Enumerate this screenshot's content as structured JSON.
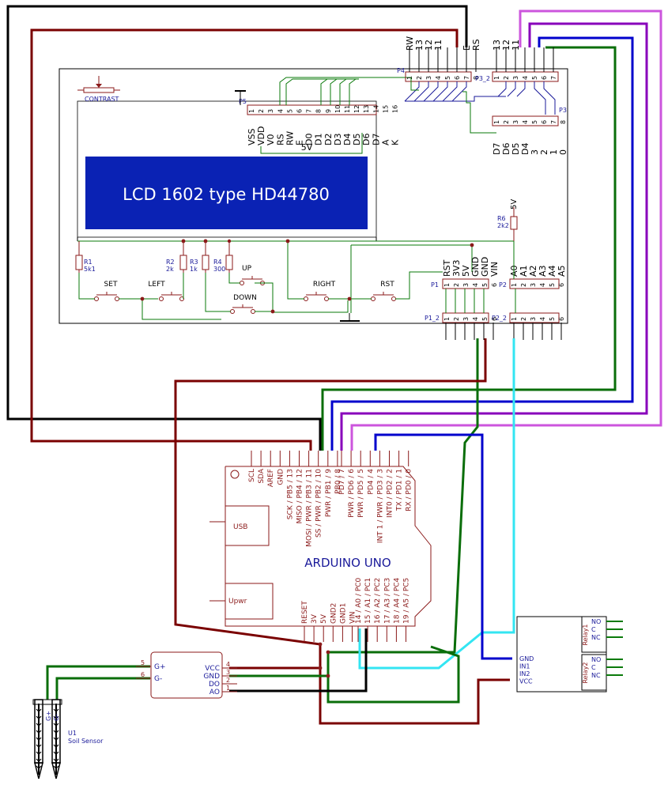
{
  "labels": {
    "lcd": "LCD 1602 type HD44780",
    "contrast": "CONTRAST",
    "v5": "5V",
    "p1": "P1",
    "p2": "P2",
    "p1_2": "P1_2",
    "p2_2": "P2_2",
    "p3": "P3",
    "p3_2": "P3_2",
    "p4": "P4",
    "p5": "P5"
  },
  "p5": {
    "pins": [
      "1",
      "2",
      "3",
      "4",
      "5",
      "6",
      "7",
      "8",
      "9",
      "10",
      "11",
      "12",
      "13",
      "14",
      "15",
      "16"
    ],
    "signals": [
      "VSS",
      "VDD",
      "V0",
      "RS",
      "RW",
      "E",
      "D0",
      "D1",
      "D2",
      "D3",
      "D4",
      "D5",
      "D6",
      "D7",
      "A",
      "K"
    ]
  },
  "p4": {
    "pins": [
      "1",
      "2",
      "3",
      "4",
      "5",
      "6",
      "7",
      "8"
    ],
    "signals": [
      "RW",
      "13",
      "12",
      "11",
      "",
      "",
      "E",
      "RS"
    ]
  },
  "p3_2": {
    "pins": [
      "1",
      "2",
      "3",
      "4",
      "5",
      "6",
      "7"
    ],
    "signals": [
      "13",
      "12",
      "11",
      "",
      "",
      "",
      ""
    ]
  },
  "p3": {
    "pins": [
      "1",
      "2",
      "3",
      "4",
      "5",
      "6",
      "7",
      "8"
    ],
    "signals": [
      "D7",
      "D6",
      "D5",
      "D4",
      "3",
      "2",
      "1",
      "0"
    ]
  },
  "p1": {
    "pins": [
      "1",
      "2",
      "3",
      "4",
      "5",
      "6"
    ],
    "signals": [
      "RST",
      "3V3",
      "5V",
      "GND",
      "GND",
      "VIN"
    ]
  },
  "p2": {
    "pins": [
      "1",
      "2",
      "3",
      "4",
      "5",
      "6"
    ],
    "signals": [
      "A0",
      "A1",
      "A2",
      "A3",
      "A4",
      "A5"
    ]
  },
  "resistors": {
    "r1": {
      "name": "R1",
      "value": "5k1"
    },
    "r2": {
      "name": "R2",
      "value": "2k"
    },
    "r3": {
      "name": "R3",
      "value": "1k"
    },
    "r4": {
      "name": "R4",
      "value": "300"
    },
    "r6": {
      "name": "R6",
      "value": "2k2"
    }
  },
  "buttons": [
    "SET",
    "LEFT",
    "UP",
    "DOWN",
    "RIGHT",
    "RST"
  ],
  "arduino": {
    "title": "ARDUINO UNO",
    "usb": "USB",
    "upwr": "Upwr",
    "top_left_pins": [
      "SCL",
      "SDA",
      "AREF",
      "GND",
      "SCK / PB5 / 13",
      "MISO / PB4 / 12",
      "MOSI / PWR / PB3 / 11",
      "SS / PWR / PB2 / 10",
      "PWR / PB1 / 9",
      "PB0 / 8"
    ],
    "top_right_pins": [
      "PD7 / 7",
      "PWR / PD6 / 6",
      "PWR / PD5 / 5",
      "PD4 / 4",
      "INT 1 / PWR / PD3 / 3",
      "INT0 / PD2 / 2",
      "TX / PD1 / 1",
      "RX / PD0 / 0"
    ],
    "bottom_left_pins": [
      "RESET",
      "3V",
      "5V",
      "GND2",
      "GND1",
      "VIN"
    ],
    "bottom_right_pins": [
      "14 / A0 / PC0",
      "15 / A1 / PC1",
      "16 / A2 / PC2",
      "17 / A3 / PC3",
      "18 / A4 / PC4",
      "19 / A5 / PC5"
    ]
  },
  "sensor_module": {
    "left": [
      {
        "num": "5",
        "name": "G+"
      },
      {
        "num": "6",
        "name": "G-"
      }
    ],
    "right": [
      {
        "num": "4",
        "name": "VCC"
      },
      {
        "num": "3",
        "name": "GND"
      },
      {
        "num": "2",
        "name": "DO"
      },
      {
        "num": "1",
        "name": "AO"
      }
    ]
  },
  "probe": {
    "ref": "U1",
    "name": "Soil Sensor",
    "gplus": "G+",
    "gminus": "G-"
  },
  "relay": {
    "pins": [
      "GND",
      "IN1",
      "IN2",
      "VCC"
    ],
    "relay1": "Relay1",
    "relay2": "Relay2",
    "contacts": [
      "NO",
      "C",
      "NC"
    ]
  }
}
